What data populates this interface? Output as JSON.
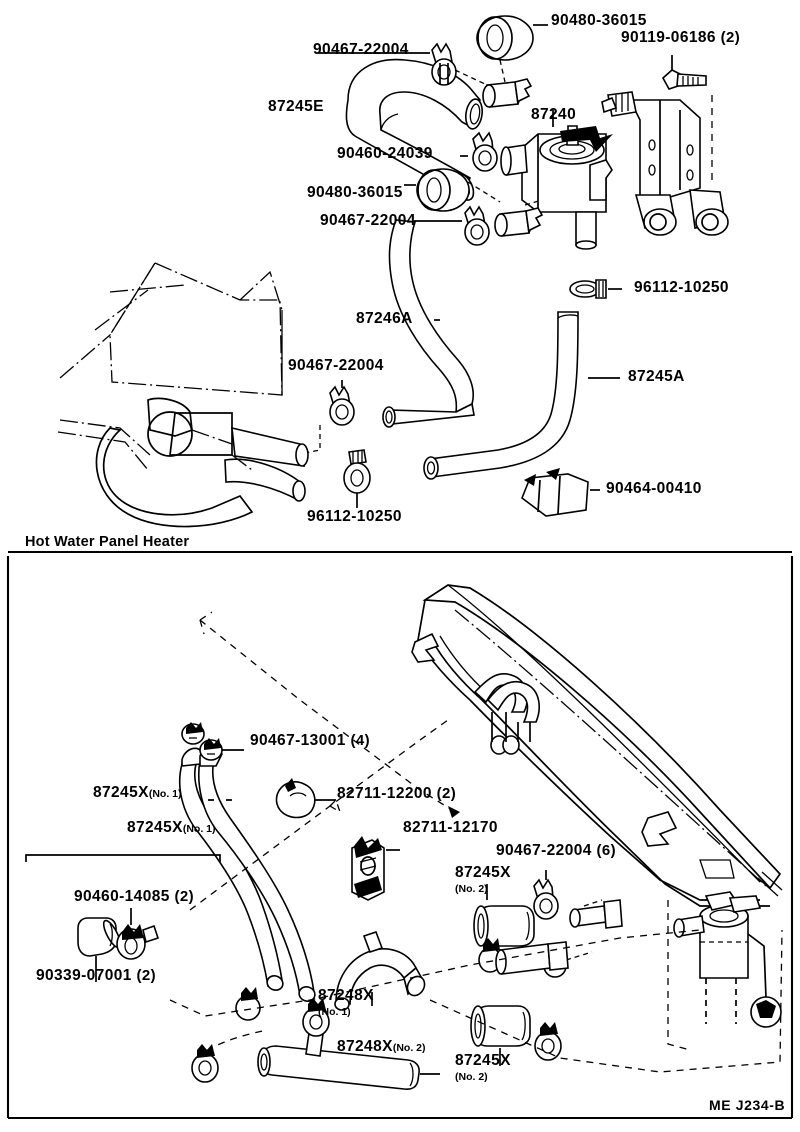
{
  "diagram": {
    "corner_code": "ME J234-B",
    "sections": [
      {
        "id": "engine-hoses",
        "title": ""
      },
      {
        "id": "hot-water-panel-heater",
        "title": "Hot Water Panel Heater"
      }
    ]
  },
  "labels_top": [
    {
      "id": "l1",
      "part": "90480-36015",
      "qty": "",
      "note": ""
    },
    {
      "id": "l2",
      "part": "90119-06186",
      "qty": "(2)",
      "note": ""
    },
    {
      "id": "l3",
      "part": "90467-22004",
      "qty": "",
      "note": ""
    },
    {
      "id": "l4",
      "part": "87245E",
      "qty": "",
      "note": ""
    },
    {
      "id": "l5",
      "part": "87240",
      "qty": "",
      "note": ""
    },
    {
      "id": "l6",
      "part": "90460-24039",
      "qty": "",
      "note": ""
    },
    {
      "id": "l7",
      "part": "90480-36015",
      "qty": "",
      "note": ""
    },
    {
      "id": "l8",
      "part": "90467-22004",
      "qty": "",
      "note": ""
    },
    {
      "id": "l9",
      "part": "96112-10250",
      "qty": "",
      "note": ""
    },
    {
      "id": "l10",
      "part": "87246A",
      "qty": "",
      "note": ""
    },
    {
      "id": "l11",
      "part": "87245A",
      "qty": "",
      "note": ""
    },
    {
      "id": "l12",
      "part": "90467-22004",
      "qty": "",
      "note": ""
    },
    {
      "id": "l13",
      "part": "96112-10250",
      "qty": "",
      "note": ""
    },
    {
      "id": "l14",
      "part": "90464-00410",
      "qty": "",
      "note": ""
    }
  ],
  "labels_bottom": [
    {
      "id": "b1",
      "part": "90467-13001",
      "qty": "(4)",
      "note": ""
    },
    {
      "id": "b2",
      "part": "87245X",
      "qty": "",
      "note": "(No. 1)"
    },
    {
      "id": "b3",
      "part": "82711-12200",
      "qty": "(2)",
      "note": ""
    },
    {
      "id": "b4",
      "part": "87245X",
      "qty": "",
      "note": "(No. 1)"
    },
    {
      "id": "b5",
      "part": "82711-12170",
      "qty": "",
      "note": ""
    },
    {
      "id": "b6",
      "part": "90467-22004",
      "qty": "(6)",
      "note": ""
    },
    {
      "id": "b7",
      "part": "87245X",
      "qty": "",
      "note": "(No. 2)"
    },
    {
      "id": "b8",
      "part": "90460-14085",
      "qty": "(2)",
      "note": ""
    },
    {
      "id": "b9",
      "part": "90339-07001",
      "qty": "(2)",
      "note": ""
    },
    {
      "id": "b10",
      "part": "87248X",
      "qty": "",
      "note": "(No. 1)"
    },
    {
      "id": "b11",
      "part": "87248X",
      "qty": "",
      "note": "(No. 2)"
    },
    {
      "id": "b12",
      "part": "87245X",
      "qty": "",
      "note": "(No. 2)"
    }
  ],
  "colors": {
    "ink": "#000000",
    "paper": "#ffffff"
  }
}
